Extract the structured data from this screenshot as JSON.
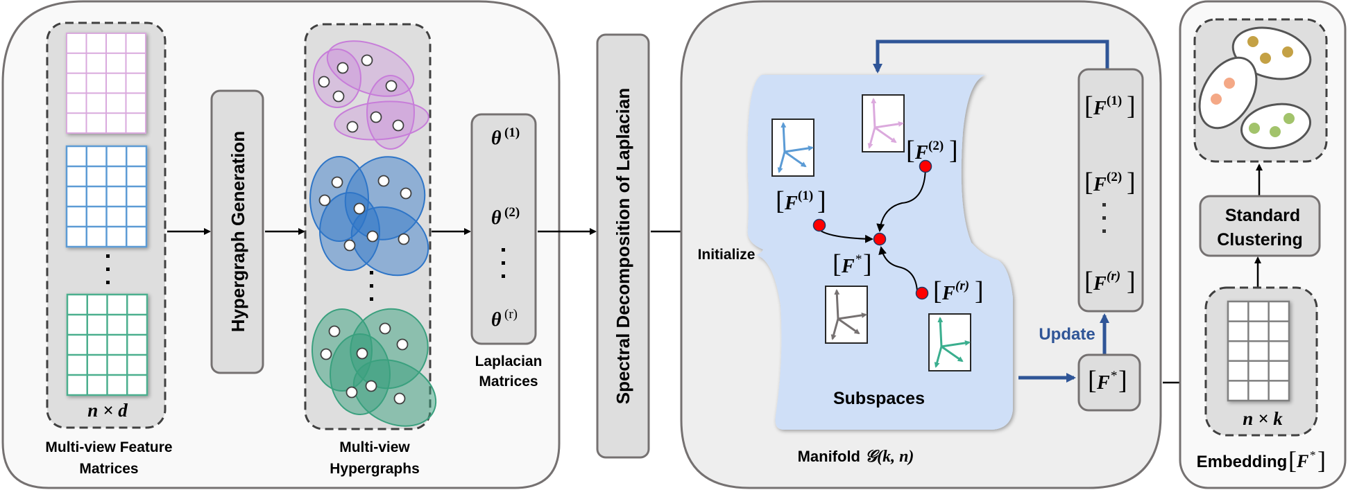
{
  "colors": {
    "panel_fill_light": "#f9f9f9",
    "panel_fill_mid": "#eeeeee",
    "panel_stroke": "#757171",
    "box_fill": "#dedede",
    "dashed_fill": "#dedede",
    "dashed_stroke": "#404040",
    "matrix_pink": "#d9a9dd",
    "matrix_blue": "#5b9bd5",
    "matrix_green": "#4caf8e",
    "matrix_gray": "#7f7f7f",
    "hyper_purple": "#c77dd9",
    "hyper_blue": "#2e75c7",
    "hyper_green": "#3aa07e",
    "manifold_fill": "#cfdff7",
    "update_blue": "#2f5597",
    "point_red": "#ff0000",
    "cluster_gold": "#c4a145",
    "cluster_salmon": "#f4a886",
    "cluster_green": "#a2c36b"
  },
  "stage1": {
    "feature_matrices_label_line1": "Multi-view Feature",
    "feature_matrices_label_line2": "Matrices",
    "feature_dims": "n × d",
    "ellipsis": "⋮",
    "hypergraph_generation": "Hypergraph Generation",
    "hypergraphs_label_line1": "Multi-view",
    "hypergraphs_label_line2": "Hypergraphs",
    "laplacian_items": [
      {
        "base": "θ",
        "sup": "(1)"
      },
      {
        "base": "θ",
        "sup": "(2)"
      },
      {
        "base": "θ",
        "sup": "(r)"
      }
    ],
    "laplacian_label_line1": "Laplacian",
    "laplacian_label_line2": "Matrices"
  },
  "spectral": {
    "label": "Spectral Decomposition of Laplacian"
  },
  "stage2": {
    "initialize": "Initialize",
    "subspaces": "Subspaces",
    "manifold_label": "Manifold",
    "manifold_symbol": "𝒢(k, n)",
    "points": {
      "f1": {
        "base": "F",
        "sup": "(1)"
      },
      "f2": {
        "base": "F",
        "sup": "(2)"
      },
      "fr": {
        "base": "F",
        "sup": "(r)"
      },
      "fstar": {
        "base": "F",
        "sup": "*"
      }
    },
    "stack_items": [
      {
        "base": "F",
        "sup": "(1)"
      },
      {
        "base": "F",
        "sup": "(2)"
      },
      {
        "base": "F",
        "sup": "(r)"
      }
    ],
    "fstar_box": {
      "base": "F",
      "sup": "*"
    },
    "update": "Update"
  },
  "stage3": {
    "standard_clustering_line1": "Standard",
    "standard_clustering_line2": "Clustering",
    "embedding_dims": "n × k",
    "embedding_label": "Embedding",
    "embedding_symbol": {
      "base": "F",
      "sup": "*"
    }
  }
}
